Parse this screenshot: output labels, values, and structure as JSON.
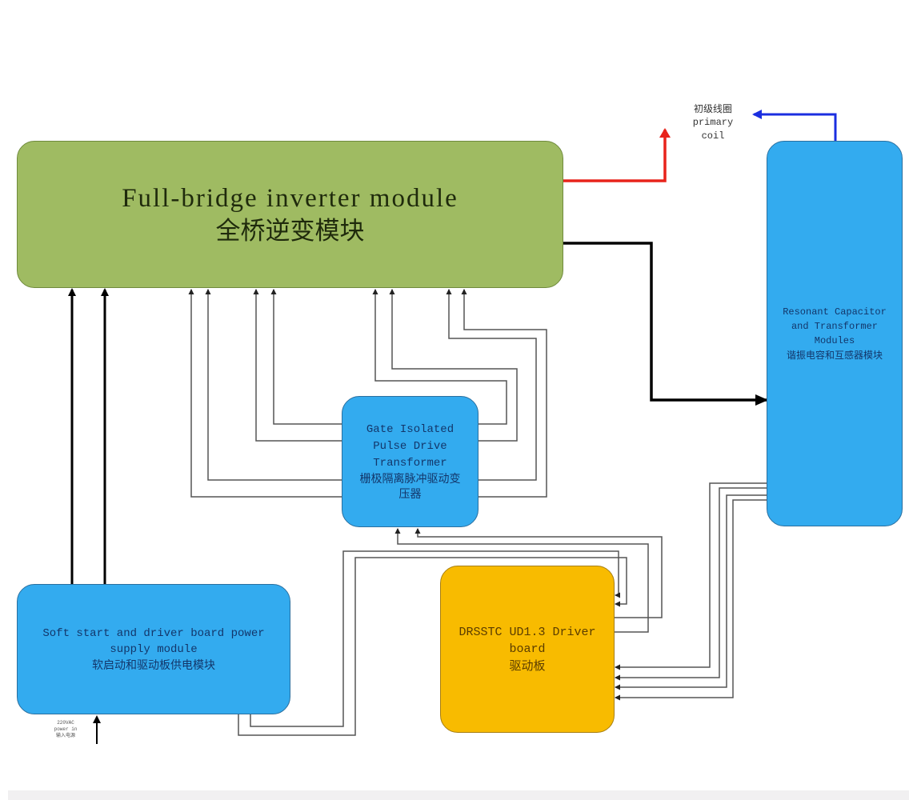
{
  "diagram": {
    "title": "DRSSTC block diagram",
    "blocks": {
      "inverter": {
        "en": "Full-bridge inverter module",
        "zh": "全桥逆变模块",
        "color": "#9fbb62"
      },
      "resonant": {
        "en_lines": [
          "Resonant Capacitor",
          "and Transformer",
          "Modules"
        ],
        "zh": "谐振电容和互感器模块",
        "color": "#33abef"
      },
      "gate": {
        "en_lines": [
          "Gate Isolated",
          "Pulse Drive",
          "Transformer"
        ],
        "zh_lines": [
          "栅极隔离脉冲驱动变",
          "压器"
        ],
        "color": "#33abef"
      },
      "power": {
        "en_lines": [
          "Soft start and driver board power",
          "supply module"
        ],
        "zh": "软启动和驱动板供电模块",
        "color": "#33abef"
      },
      "driver": {
        "en_lines": [
          "DRSSTC UD1.3 Driver",
          "board"
        ],
        "zh": "驱动板",
        "color": "#f8bb00"
      }
    },
    "labels": {
      "primary_coil": {
        "zh": "初级线圈",
        "en_lines": [
          "primary",
          "coil"
        ]
      },
      "ac_input": {
        "lines": [
          "220VAC",
          "power in",
          "输入电源"
        ]
      }
    },
    "connections": [
      {
        "from": "inverter",
        "to": "primary-coil",
        "color": "#e8231b",
        "kind": "power"
      },
      {
        "from": "resonant",
        "to": "primary-coil",
        "color": "#1a2ee0",
        "kind": "power"
      },
      {
        "from": "inverter",
        "to": "resonant",
        "color": "#000000",
        "kind": "power"
      },
      {
        "from": "power",
        "to": "inverter",
        "color": "#000000",
        "kind": "supply",
        "count": 2
      },
      {
        "from": "gate",
        "to": "inverter",
        "color": "#555555",
        "kind": "gate-signal",
        "count": 8
      },
      {
        "from": "driver",
        "to": "gate",
        "color": "#555555",
        "kind": "signal",
        "count": 2
      },
      {
        "from": "power",
        "to": "driver",
        "color": "#555555",
        "kind": "supply",
        "count": 2
      },
      {
        "from": "resonant",
        "to": "driver",
        "color": "#555555",
        "kind": "feedback",
        "count": 4
      },
      {
        "from": "ac-input",
        "to": "power",
        "color": "#000000",
        "kind": "mains"
      }
    ]
  }
}
